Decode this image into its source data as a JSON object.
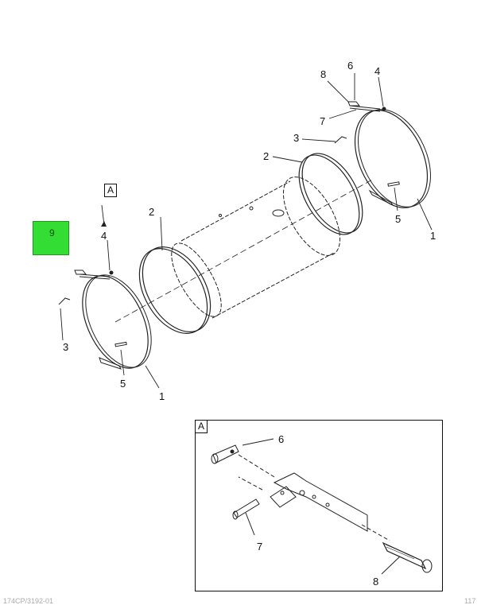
{
  "callouts": {
    "box_a": "A",
    "n1_left": "1",
    "n1_right": "1",
    "n2_left": "2",
    "n2_right": "2",
    "n3_left": "3",
    "n3_right": "3",
    "n4_left": "4",
    "n4_right": "4",
    "n5_left": "5",
    "n5_right": "5",
    "n6": "6",
    "n7": "7",
    "n8": "8",
    "highlight": "9"
  },
  "detail": {
    "box_label": "A",
    "n6": "6",
    "n7": "7",
    "n8": "8"
  },
  "footer": {
    "left": "174CP/3192-01",
    "right": "117"
  },
  "colors": {
    "highlight": "#33dd33",
    "line": "#222222"
  }
}
